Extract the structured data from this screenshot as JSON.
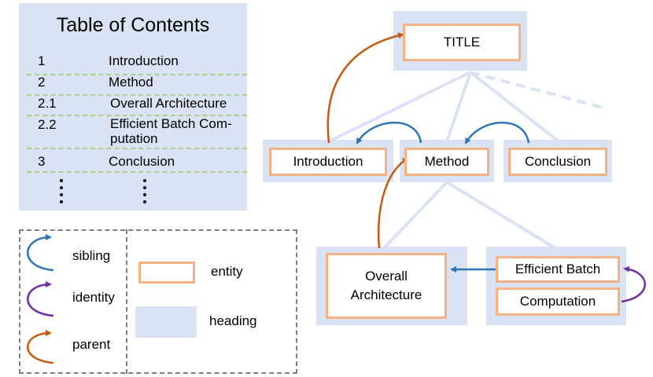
{
  "toc": {
    "title": "Table of Contents",
    "rows": [
      {
        "num": "1",
        "text": "Introduction"
      },
      {
        "num": "2",
        "text": "Method"
      },
      {
        "num": "2.1",
        "text": "Overall Architecture"
      },
      {
        "num": "2.2",
        "text": "Efficient Batch Com-\nputation"
      },
      {
        "num": "3",
        "text": "Conclusion"
      }
    ]
  },
  "legend": {
    "sibling": "sibling",
    "identity": "identity",
    "parent": "parent",
    "entity": "entity",
    "heading": "heading"
  },
  "tree": {
    "title": "TITLE",
    "introduction": "Introduction",
    "method": "Method",
    "conclusion": "Conclusion",
    "overall_architecture": "Overall\nArchitecture",
    "efficient_batch": "Efficient Batch",
    "computation": "Computation"
  },
  "colors": {
    "heading": "#dae3f3",
    "entity_border": "#f4b183",
    "toc_divider": "#a9d18e",
    "sibling": "#2e75b6",
    "identity": "#7030a0",
    "parent": "#c55a11",
    "tree_line": "#dae3f3"
  }
}
